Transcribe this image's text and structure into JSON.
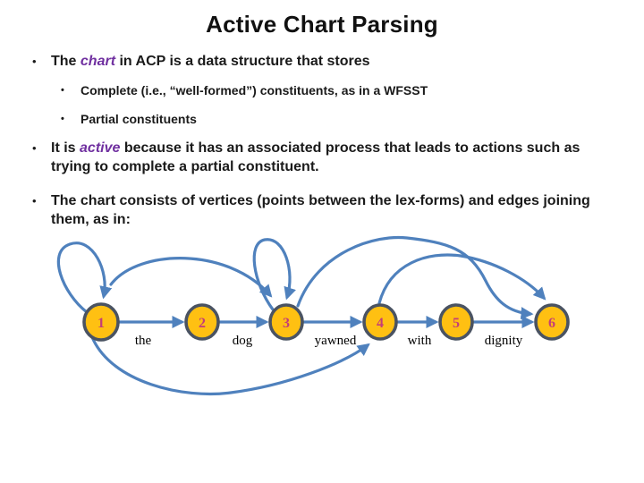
{
  "slide": {
    "title": "Active Chart Parsing",
    "bullet_glyph": "•",
    "bullets": {
      "b1": {
        "pre": "The ",
        "em": "chart",
        "post": " in ACP is a data structure that stores"
      },
      "sub1": "Complete (i.e., “well-formed”) constituents, as in a WFSST",
      "sub2": "Partial constituents",
      "b2": {
        "pre": "It is ",
        "em": "active",
        "post": " because it has an associated process that leads to actions such as trying to complete a partial constituent."
      },
      "b3": {
        "pre": "The chart consists of vertices (points between the lex-forms) and edges joining them, as in:",
        "em": "",
        "post": ""
      }
    }
  },
  "diagram": {
    "description": "Chart-parsing graph: numbered vertices on a horizontal line with lex-form words between them; curved edges join vertices",
    "vertices": [
      {
        "label": "1"
      },
      {
        "label": "2"
      },
      {
        "label": "3"
      },
      {
        "label": "4"
      },
      {
        "label": "5"
      },
      {
        "label": "6"
      }
    ],
    "words": [
      "the",
      "dog",
      "yawned",
      "with",
      "dignity"
    ],
    "edges": [
      {
        "from": 1,
        "to": 2,
        "type": "straight",
        "word": "the"
      },
      {
        "from": 2,
        "to": 3,
        "type": "straight",
        "word": "dog"
      },
      {
        "from": 3,
        "to": 4,
        "type": "straight",
        "word": "yawned"
      },
      {
        "from": 4,
        "to": 5,
        "type": "straight",
        "word": "with"
      },
      {
        "from": 5,
        "to": 6,
        "type": "straight",
        "word": "dignity"
      },
      {
        "from": 1,
        "to": 1,
        "type": "self-loop-above"
      },
      {
        "from": 1,
        "to": 3,
        "type": "arc-above"
      },
      {
        "from": 3,
        "to": 3,
        "type": "self-loop-above"
      },
      {
        "from": 3,
        "to": 6,
        "type": "arc-above"
      },
      {
        "from": 4,
        "to": 6,
        "type": "arc-above"
      },
      {
        "from": 1,
        "to": 4,
        "type": "arc-below"
      }
    ],
    "colors": {
      "edge": "#4F81BD",
      "vertex_fill": "#FFC012",
      "vertex_border": "#4A5362",
      "vertex_number": "#C43E78"
    }
  }
}
